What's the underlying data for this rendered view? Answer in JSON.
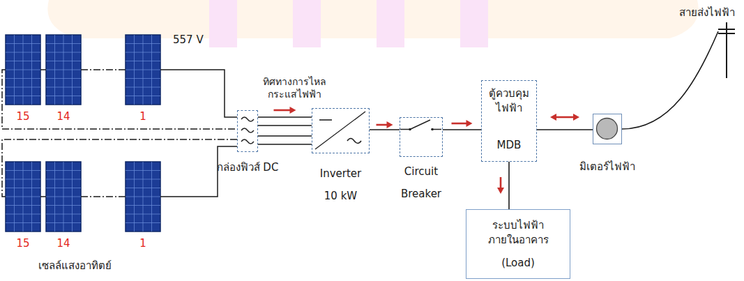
{
  "diagram": {
    "nodes": [
      {
        "text": [
          "กล่องฟิวส์ DC"
        ]
      },
      {
        "text": [
          "Inverter 10 kW"
        ]
      },
      {
        "text": [
          "Circuit Breaker"
        ]
      },
      {
        "text": [
          "ตู้ควบคุม ไฟฟ้า",
          "MDB"
        ]
      },
      {
        "text": [
          "ระบบไฟฟ้า ภายในอาคาร",
          "(Load)"
        ]
      },
      {
        "text": [
          "มิเตอร์ไฟฟ้า"
        ]
      },
      {
        "text": [
          "สายส่งไฟฟ้า"
        ]
      }
    ],
    "edges": [
      {
        "from": 0,
        "to": 1,
        "arrow": "to"
      },
      {
        "from": 1,
        "to": 2,
        "arrow": "to"
      },
      {
        "from": 2,
        "to": 3,
        "arrow": "to"
      },
      {
        "from": 3,
        "to": 4,
        "arrow": "to"
      },
      {
        "from": 3,
        "to": 5,
        "arrow": "both"
      },
      {
        "from": 5,
        "to": 6,
        "arrow": "none"
      }
    ],
    "labels": [
      "557 V",
      "ทิศทางการไหล กระแสไฟฟ้า",
      "15",
      "14",
      "1",
      "15",
      "14",
      "1",
      "เซลล์แสงอาทิตย์"
    ]
  }
}
